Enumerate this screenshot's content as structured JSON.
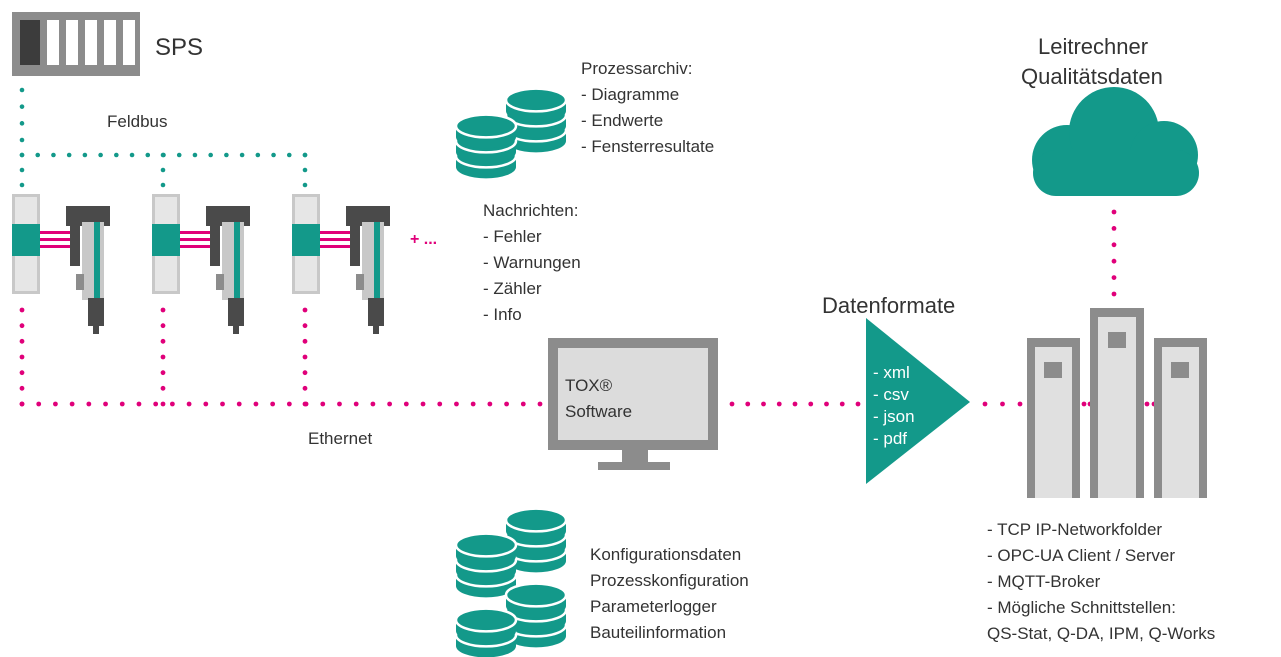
{
  "colors": {
    "teal": "#13998a",
    "magenta": "#e0007a",
    "gray_dark": "#4a4a4a",
    "gray_mid": "#8c8c8c",
    "gray_light": "#c8c8c8",
    "gray_fill": "#dcdcdc"
  },
  "icons": [
    "plc-icon",
    "press-unit-icon",
    "database-stack-icon",
    "monitor-icon",
    "cloud-icon",
    "server-tower-icon",
    "data-format-triangle-icon"
  ],
  "labels": {
    "sps": "SPS",
    "feldbus": "Feldbus",
    "ethernet": "Ethernet",
    "more": "+ ...",
    "leitrechner": "Leitrechner",
    "qualitaetsdaten": "Qualitätsdaten",
    "datenformate": "Datenformate",
    "tox_line1": "TOX®",
    "tox_line2": "Software"
  },
  "prozessarchiv": [
    "Prozessarchiv:",
    "- Diagramme",
    "- Endwerte",
    "- Fensterresultate"
  ],
  "nachrichten": [
    "Nachrichten:",
    "- Fehler",
    "- Warnungen",
    "- Zähler",
    "- Info"
  ],
  "formats": [
    "- xml",
    "- csv",
    "- json",
    "- pdf"
  ],
  "config": [
    "Konfigurationsdaten",
    "Prozesskonfiguration",
    "Parameterlogger",
    "Bauteilinformation"
  ],
  "interfaces": [
    "- TCP IP-Networkfolder",
    "- OPC-UA Client / Server",
    "- MQTT-Broker",
    "- Mögliche Schnittstellen:",
    "QS-Stat, Q-DA, IPM, Q-Works"
  ]
}
